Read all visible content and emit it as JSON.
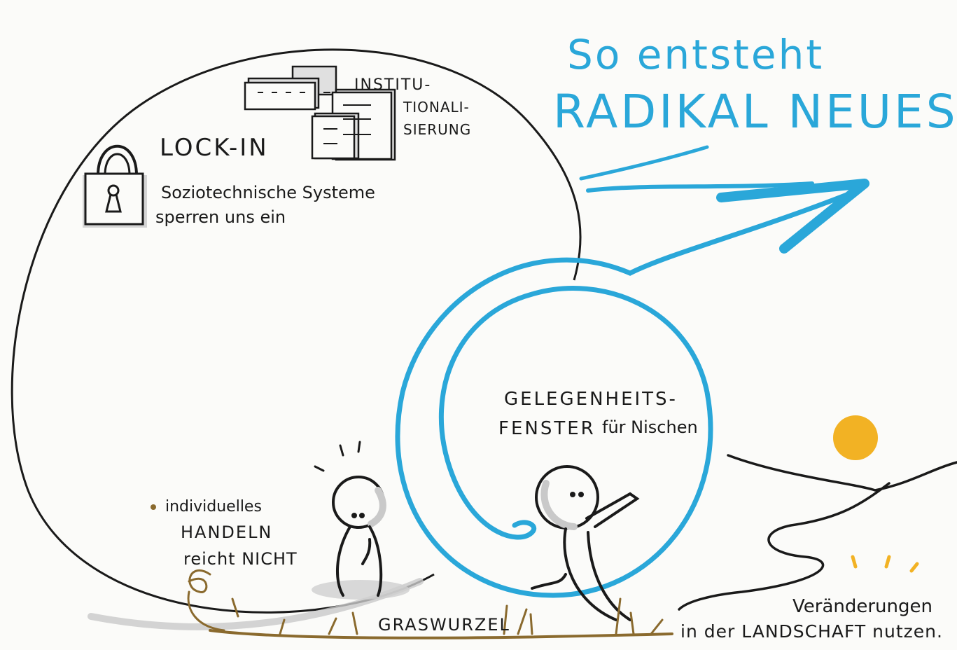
{
  "title": {
    "line1": "So entsteht",
    "line2": "RADIKAL NEUES"
  },
  "lockin": {
    "heading": "LOCK-IN",
    "line1": "Soziotechnische Systeme",
    "line2": "sperren uns ein"
  },
  "institutional": {
    "line1": "INSTITU-",
    "line2": "TIONALI-",
    "line3": "SIERUNG"
  },
  "window": {
    "line1": "GELEGENHEITS-",
    "line2_caps": "FENSTER",
    "line2_rest": "für Nischen"
  },
  "individual": {
    "line1": "individuelles",
    "line2": "HANDELN",
    "line3": "reicht NICHT"
  },
  "grassroots": {
    "label": "GRASWURZEL"
  },
  "landscape": {
    "line1": "Veränderungen",
    "line2": "in der LANDSCHAFT nutzen."
  },
  "colors": {
    "ink": "#1a1a1a",
    "accent_blue": "#2aa7d9",
    "sun_yellow": "#f2b224",
    "earth_brown": "#8a6a2e",
    "shadow_grey": "#c9c9c9"
  }
}
